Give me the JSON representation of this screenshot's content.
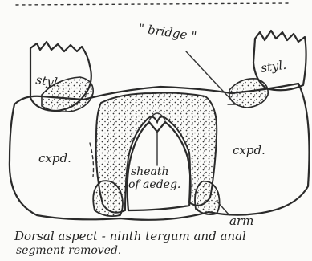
{
  "labels": {
    "bridge": "\" bridge \"",
    "styl_left": "styl.",
    "styl_right": "styl.",
    "cxpd_left": "cxpd.",
    "cxpd_right": "cxpd.",
    "sheath_line1": "sheath",
    "sheath_line2": "of aedeg.",
    "arm": "arm",
    "caption_line1": "Dorsal aspect - ninth tergum and anal",
    "caption_line2": "segment removed."
  },
  "colors": {
    "ink": "#2a2a2a",
    "paper": "#fbfbf9"
  }
}
